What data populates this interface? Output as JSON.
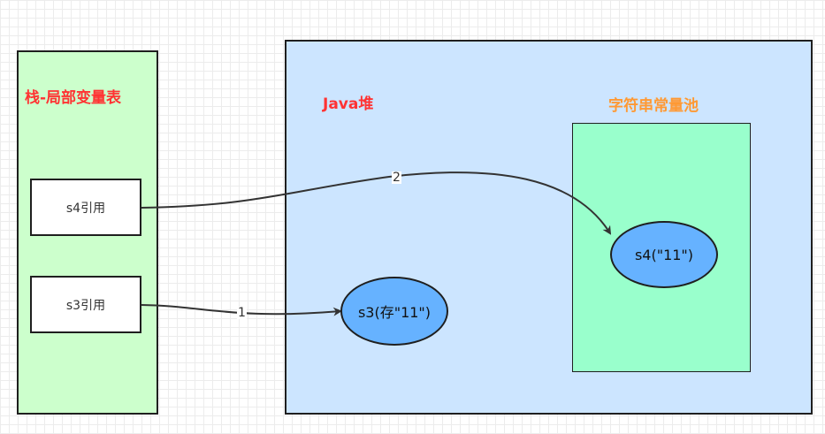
{
  "stack": {
    "title": "栈-局部变量表",
    "refs": {
      "s4": "s4引用",
      "s3": "s3引用"
    }
  },
  "heap": {
    "title": "Java堆",
    "object_s3": "s3(存\"11\")"
  },
  "pool": {
    "title": "字符串常量池",
    "object_s4": "s4(\"11\")"
  },
  "edges": [
    {
      "label": "1",
      "from": "s3引用",
      "to": "s3(存\"11\")"
    },
    {
      "label": "2",
      "from": "s4引用",
      "to": "s4(\"11\")"
    }
  ],
  "colors": {
    "stack_fill": "#ccffcc",
    "heap_fill": "#cce5ff",
    "pool_fill": "#99ffcc",
    "object_fill": "#66b2ff",
    "title_red": "#ff3333",
    "title_orange": "#ff9933"
  }
}
